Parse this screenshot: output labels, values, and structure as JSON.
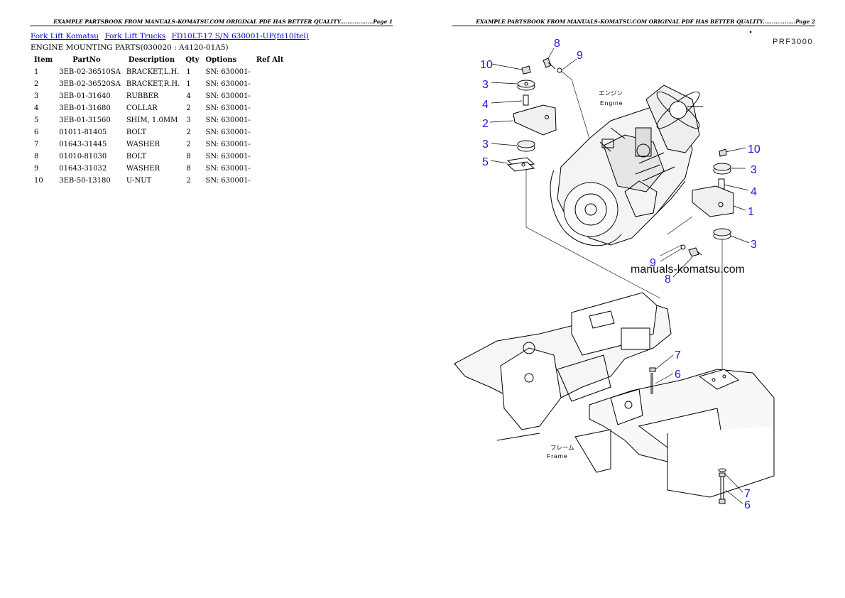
{
  "page1": {
    "header": "EXAMPLE PARTSBOOK FROM MANUALS-KOMATSU.COM ORIGINAL PDF HAS BETTER QUALITY..................Page 1",
    "breadcrumbs": [
      "Fork Lift Komatsu",
      "Fork Lift Trucks",
      "FD10LT-17 S/N 630001-UP(fd10ltel)"
    ],
    "subtitle": "ENGINE MOUNTING PARTS(030020 : A4120-01A5)",
    "table": {
      "columns": [
        "Item",
        "PartNo",
        "Description",
        "Qty",
        "Options",
        "Ref Alt"
      ],
      "rows": [
        [
          "1",
          "3EB-02-36510SA",
          "BRACKET,L.H.",
          "1",
          "SN: 630001-",
          ""
        ],
        [
          "2",
          "3EB-02-36520SA",
          "BRACKET,R.H.",
          "1",
          "SN: 630001-",
          ""
        ],
        [
          "3",
          "3EB-01-31640",
          "RUBBER",
          "4",
          "SN: 630001-",
          ""
        ],
        [
          "4",
          "3EB-01-31680",
          "COLLAR",
          "2",
          "SN: 630001-",
          ""
        ],
        [
          "5",
          "3EB-01-31560",
          "SHIM, 1.0MM",
          "3",
          "SN: 630001-",
          ""
        ],
        [
          "6",
          "01011-81405",
          "BOLT",
          "2",
          "SN: 630001-",
          ""
        ],
        [
          "7",
          "01643-31445",
          "WASHER",
          "2",
          "SN: 630001-",
          ""
        ],
        [
          "8",
          "01010-81030",
          "BOLT",
          "8",
          "SN: 630001-",
          ""
        ],
        [
          "9",
          "01643-31032",
          "WASHER",
          "8",
          "SN: 630001-",
          ""
        ],
        [
          "10",
          "3EB-50-13180",
          "U-NUT",
          "2",
          "SN: 630001-",
          ""
        ]
      ]
    }
  },
  "page2": {
    "header": "EXAMPLE PARTSBOOK FROM MANUALS-KOMATSU.COM ORIGINAL PDF HAS BETTER QUALITY..................Page 2",
    "diagram": {
      "code": "PRF3000",
      "engine_label_jp": "エンジン",
      "engine_label": "Engine",
      "frame_label_jp": "フレーム",
      "frame_label": "Frame",
      "watermark": "manuals-komatsu.com",
      "callouts": {
        "c8a": "8",
        "c9a": "9",
        "c10a": "10",
        "c3a": "3",
        "c4a": "4",
        "c2": "2",
        "c3b": "3",
        "c5": "5",
        "c10b": "10",
        "c3c": "3",
        "c4b": "4",
        "c1": "1",
        "c3d": "3",
        "c9b": "9",
        "c8b": "8",
        "c7a": "7",
        "c6a": "6",
        "c7b": "7",
        "c6b": "6"
      }
    }
  }
}
